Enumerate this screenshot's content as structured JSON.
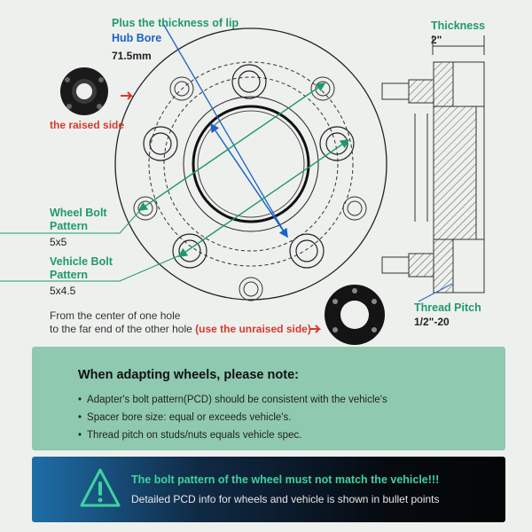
{
  "labels": {
    "lip": "Plus the thickness of lip",
    "hub_bore": "Hub Bore",
    "hub_bore_value": "71.5mm",
    "raised_side": "the raised side",
    "wheel_bolt": "Wheel Bolt",
    "pattern1": "Pattern",
    "wheel_bolt_value": "5x5",
    "vehicle_bolt": "Vehicle Bolt",
    "pattern2": "Pattern",
    "vehicle_bolt_value": "5x4.5",
    "thickness": "Thickness",
    "thickness_value": "2\"",
    "thread_pitch": "Thread Pitch",
    "thread_pitch_value": "1/2\"-20",
    "measure_line1": "From the center of one hole",
    "measure_line2": "to the far end of the other hole",
    "measure_note": "(use the unraised side)"
  },
  "notes": {
    "title": "When adapting wheels, please note:",
    "items": [
      "Adapter's bolt pattern(PCD) should be consistent with the vehicle's",
      "Spacer bore size: equal or exceeds vehicle's.",
      "Thread pitch on studs/nuts equals vehicle spec."
    ]
  },
  "warning": {
    "headline": "The bolt pattern of the wheel must not match the vehicle!!!",
    "detail": "Detailed PCD info for wheels and vehicle is shown in bullet points"
  },
  "colors": {
    "green": "#1f9a6a",
    "blue": "#1d63c4",
    "red": "#d9392b",
    "notes_bg": "#8ec9b0"
  },
  "icons": [
    "warning-triangle-icon",
    "arrow-right-icon"
  ]
}
